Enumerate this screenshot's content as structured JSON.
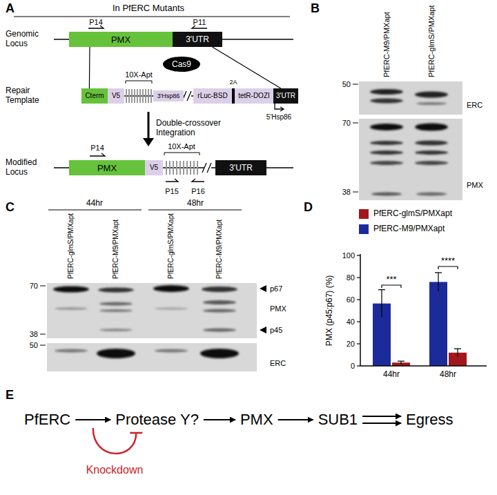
{
  "diagram": {
    "nodes": [
      {
        "text": [
          "PMX"
        ]
      },
      {
        "text": [
          "3'UTR"
        ]
      },
      {
        "text": [
          "Cas9"
        ]
      },
      {
        "text": [
          "Cterm"
        ]
      },
      {
        "text": [
          "V5"
        ]
      },
      {
        "text": [
          "3'Hsp86"
        ]
      },
      {
        "text": [
          "rLuc-BSD"
        ]
      },
      {
        "text": [
          "tetR-DOZI"
        ]
      },
      {
        "text": [
          "3'UTR"
        ]
      },
      {
        "text": [
          "PMX"
        ]
      },
      {
        "text": [
          "V5"
        ]
      },
      {
        "text": [
          "3'UTR"
        ]
      },
      {
        "text": [
          "PfERC"
        ]
      },
      {
        "text": [
          "Protease Y?"
        ]
      },
      {
        "text": [
          "PMX"
        ]
      },
      {
        "text": [
          "SUB1"
        ]
      },
      {
        "text": [
          "Egress"
        ]
      }
    ],
    "edges": [
      {
        "from": 0,
        "to": 3,
        "arrow": "none"
      },
      {
        "from": 1,
        "to": 8,
        "arrow": "none"
      },
      {
        "from": 12,
        "to": 13,
        "arrow": "to"
      },
      {
        "from": 13,
        "to": 14,
        "arrow": "to"
      },
      {
        "from": 14,
        "to": 15,
        "arrow": "to"
      },
      {
        "from": 15,
        "to": 16,
        "arrow": "to"
      },
      {
        "from": 15,
        "to": 16,
        "arrow": "to"
      }
    ],
    "labels": [
      "A",
      "In PfERC Mutants",
      "Genomic Locus",
      "P14",
      "P11",
      "Repair Template",
      "10X-Apt",
      "2A",
      "5'Hsp86",
      "Double-crossover Integration",
      "Modified Locus",
      "P14",
      "10X-Apt",
      "P15",
      "P16",
      "B",
      "PfERC-M9/PMXapt",
      "PfERC-glmS/PMXapt",
      "50",
      "ERC",
      "70",
      "38",
      "PMX",
      "C",
      "44hr",
      "48hr",
      "PfERC-glmS/PMXapt",
      "PfERC-M9/PMXapt",
      "PfERC-glmS/PMXapt",
      "PfERC-M9/PMXapt",
      "70",
      "p67",
      "PMX",
      "38",
      "p45",
      "50",
      "ERC",
      "D",
      "PMX (p45:p67) (%)",
      "0",
      "20",
      "40",
      "60",
      "80",
      "100",
      "***",
      "****",
      "44hr",
      "48hr",
      "E",
      "Knockdown"
    ],
    "legend": [
      {
        "text": "PfERC-glmS/PMXapt",
        "color": "#a3161c"
      },
      {
        "text": "PfERC-M9/PMXapt",
        "color": "#1c2b9a"
      }
    ]
  }
}
